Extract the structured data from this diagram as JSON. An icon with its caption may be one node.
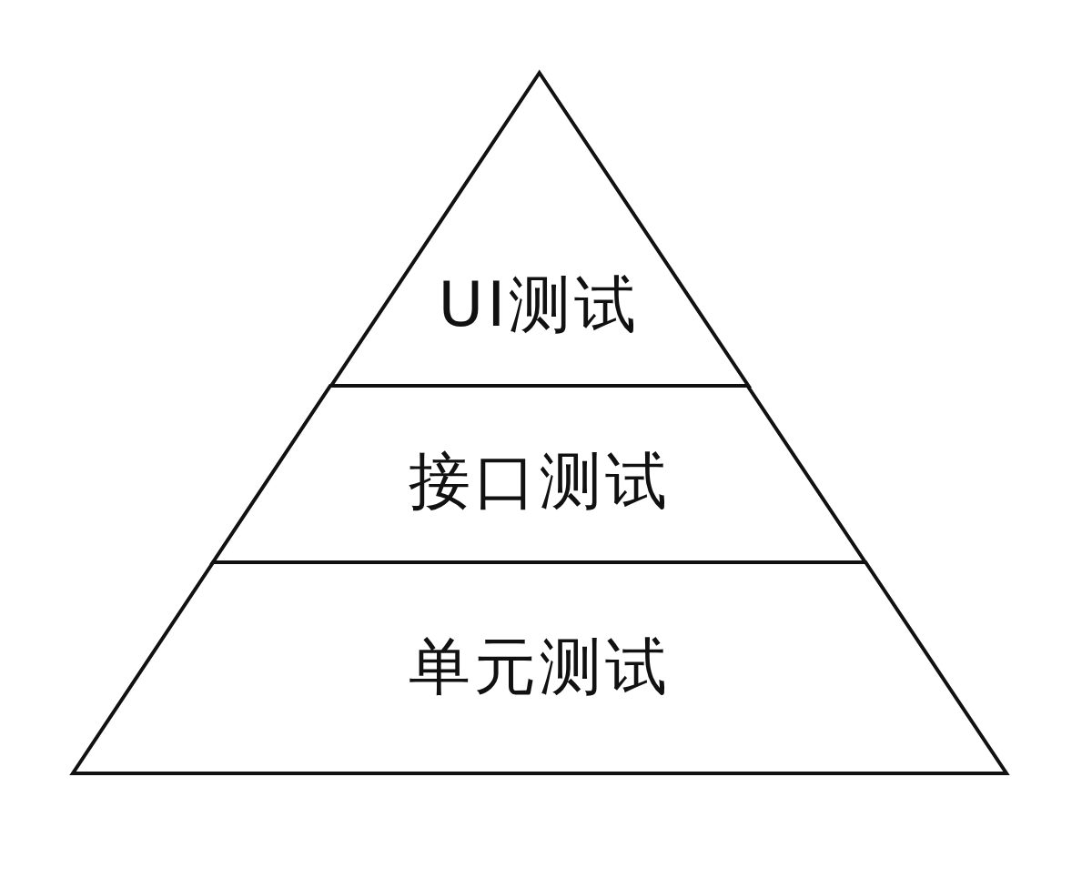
{
  "diagram": {
    "nodes": [
      {
        "text": [
          "UI测试"
        ]
      },
      {
        "text": [
          "接口测试"
        ]
      },
      {
        "text": [
          "单元测试"
        ]
      }
    ]
  }
}
